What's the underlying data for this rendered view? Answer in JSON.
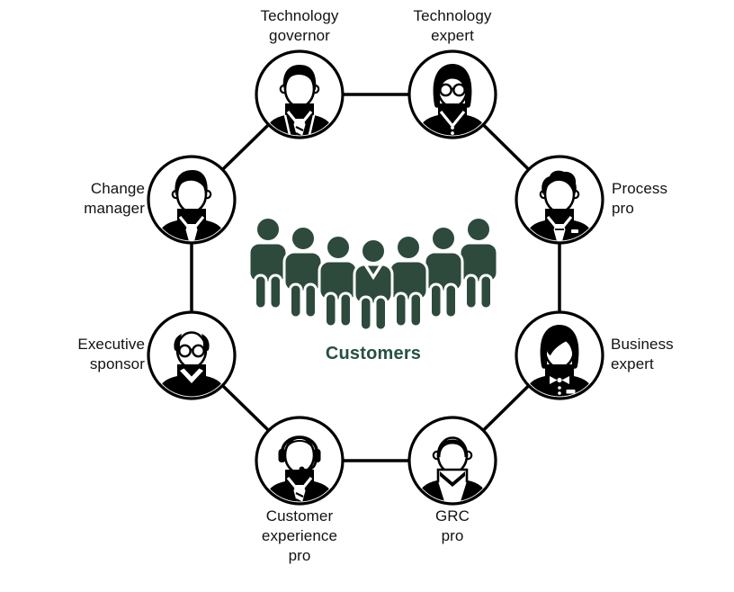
{
  "diagram": {
    "center": {
      "label": "Customers",
      "icon": "customers-group-icon",
      "icon_color": "#2d4a3c",
      "label_color": "#26513f"
    },
    "nodes": [
      {
        "id": "technology-governor",
        "label": "Technology\ngovernor",
        "icon": "man-vest-tie-avatar-icon"
      },
      {
        "id": "technology-expert",
        "label": "Technology\nexpert",
        "icon": "woman-round-glasses-avatar-icon"
      },
      {
        "id": "process-pro",
        "label": "Process\npro",
        "icon": "man-curly-hair-suit-avatar-icon"
      },
      {
        "id": "business-expert",
        "label": "Business\nexpert",
        "icon": "woman-bow-collar-avatar-icon"
      },
      {
        "id": "grc-pro",
        "label": "GRC\npro",
        "icon": "man-sweater-vest-avatar-icon"
      },
      {
        "id": "customer-experience-pro",
        "label": "Customer\nexperience\npro",
        "icon": "person-headset-avatar-icon"
      },
      {
        "id": "executive-sponsor",
        "label": "Executive\nsponsor",
        "icon": "bald-man-glasses-avatar-icon"
      },
      {
        "id": "change-manager",
        "label": "Change\nmanager",
        "icon": "man-suit-tie-avatar-icon"
      }
    ],
    "colors": {
      "line": "#000000",
      "node_fill": "#ffffff",
      "node_stroke": "#000000",
      "icon_green": "#2d4a3c",
      "background": "#ffffff"
    }
  }
}
